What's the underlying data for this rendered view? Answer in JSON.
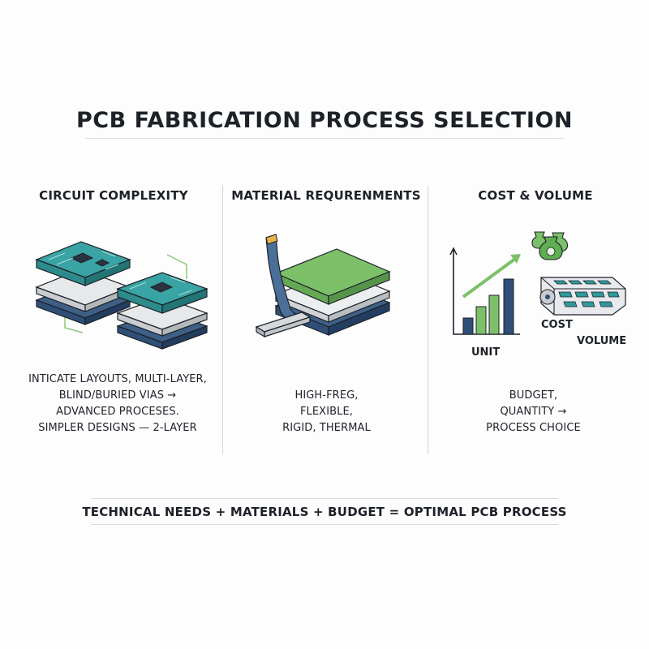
{
  "title": "PCB FABRICATION PROCESS SELECTION",
  "columns": [
    {
      "heading": "CIRCUIT COMPLEXITY",
      "lines": [
        "INTICATE LAYOUTS, MULTI-LAYER,",
        "BLIND/BURIED VIAS →",
        "ADVANCED PROCESES.",
        "SIMPLER DESIGNS — 2-LAYER"
      ]
    },
    {
      "heading": "MATERIAL REQURENMENTS",
      "lines": [
        "HIGH-FREG,",
        "FLEXIBLE,",
        "RIGID, THERMAL"
      ]
    },
    {
      "heading": "COST & VOLUME",
      "lines": [
        "BUDGET,",
        "QUANTITY →",
        "PROCESS CHOICE"
      ],
      "chart_labels": {
        "unit": "UNIT",
        "cost": "COST",
        "volume": "VOLUME"
      }
    }
  ],
  "footer": "TECHNICAL NEEDS + MATERIALS + BUDGET = OPTIMAL PCB PROCESS",
  "icons": [
    "pcb-stack-icon",
    "flex-pcb-icon",
    "bar-chart-icon",
    "money-bags-icon",
    "conveyor-icon"
  ],
  "colors": {
    "teal": "#2f9a9a",
    "green": "#7cc169",
    "navy": "#2f4f78",
    "gray": "#c6cbd0",
    "dark": "#1d2128"
  }
}
